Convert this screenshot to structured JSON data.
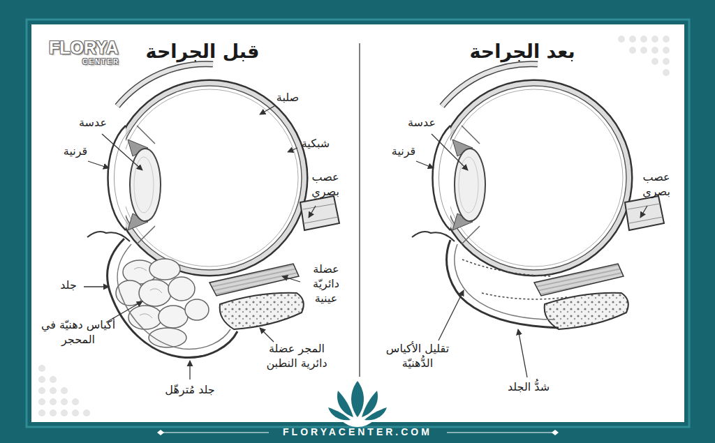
{
  "diagram": {
    "labels": [
      "FLORYA",
      "CENTER",
      "قبل الجراحة",
      "صلبة",
      "عدسة",
      "قرنية",
      "شبكية",
      "عصب بصري",
      "عضلة دائريّة عينية",
      "جلد",
      "أكياس دهنيّة في المحجر",
      "المجر عضلة دائرية النطبن",
      "جلد مُترهّل",
      "بعد الجراحة",
      "عدسة",
      "قرنية",
      "عصب بصري",
      "تقليل الأكياس الدُّهنيّة",
      "شدُّ الجلد",
      "FLORYACENTER.COM"
    ]
  }
}
